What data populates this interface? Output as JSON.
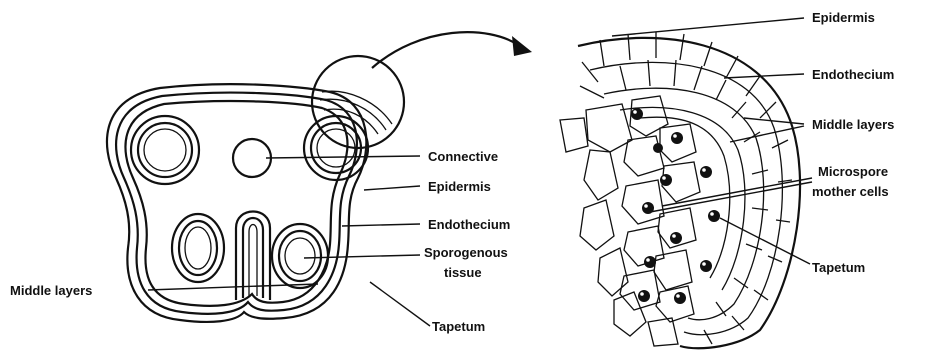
{
  "left_diagram": {
    "labels": {
      "connective": "Connective",
      "epidermis": "Epidermis",
      "endothecium": "Endothecium",
      "sporogenous_line1": "Sporogenous",
      "sporogenous_line2": "tissue",
      "middle_layers": "Middle layers",
      "tapetum": "Tapetum"
    }
  },
  "right_diagram": {
    "labels": {
      "epidermis": "Epidermis",
      "endothecium": "Endothecium",
      "middle_layers": "Middle layers",
      "microspore_line1": "Microspore",
      "microspore_line2": "mother cells",
      "tapetum": "Tapetum"
    }
  }
}
